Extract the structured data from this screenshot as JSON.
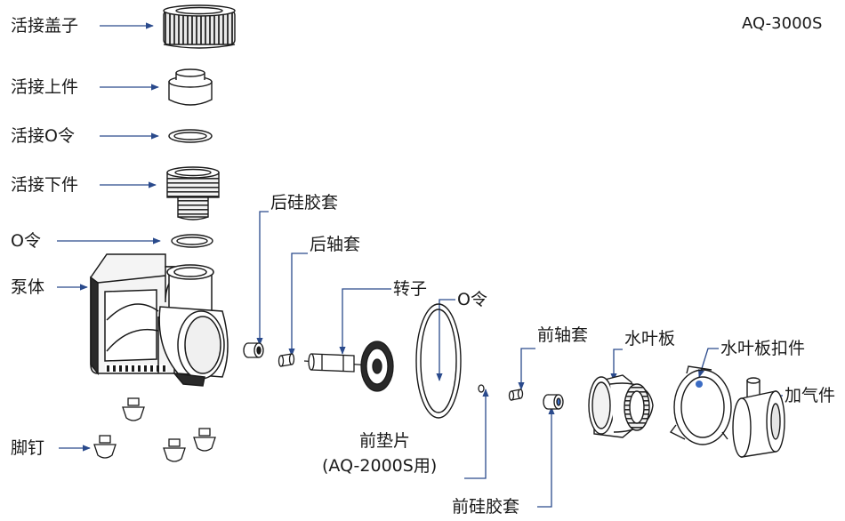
{
  "model": "AQ-3000S",
  "labels": {
    "union_cap": "活接盖子",
    "union_upper": "活接上件",
    "union_oring": "活接O令",
    "union_lower": "活接下件",
    "oring_top": "O令",
    "pump_body": "泵体",
    "feet": "脚钉",
    "rear_sleeve": "后硅胶套",
    "rear_bushing": "后轴套",
    "rotor": "转子",
    "oring_mid": "O令",
    "front_washer": "前垫片",
    "front_washer_note": "(AQ-2000S用)",
    "front_bushing": "前轴套",
    "impeller_plate": "水叶板",
    "impeller_clip": "水叶板扣件",
    "air_inlet": "加气件",
    "front_sleeve": "前硅胶套"
  },
  "colors": {
    "arrow": "#2a4a8c",
    "line": "#1a1a1a",
    "highlight": "#3b6cc4"
  },
  "icons": {
    "pointer": "arrow-icon"
  }
}
